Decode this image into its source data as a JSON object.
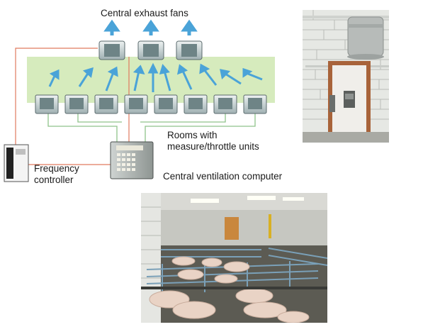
{
  "diagram": {
    "title": "Central exhaust fans",
    "rooms_label_line1": "Rooms with",
    "rooms_label_line2": "measure/throttle units",
    "frequency_label_line1": "Frequency",
    "frequency_label_line2": "controller",
    "computer_label": "Central ventilation computer",
    "colors": {
      "air_band": "#d6ebbd",
      "duct": "#8fc28a",
      "signal_line": "#e07a5f",
      "arrow": "#4aa3d8"
    }
  },
  "photos": {
    "exhaust_room": {
      "icon": "exhaust-fan-room-photo"
    },
    "pig_pens": {
      "icon": "pig-pens-photo"
    }
  }
}
